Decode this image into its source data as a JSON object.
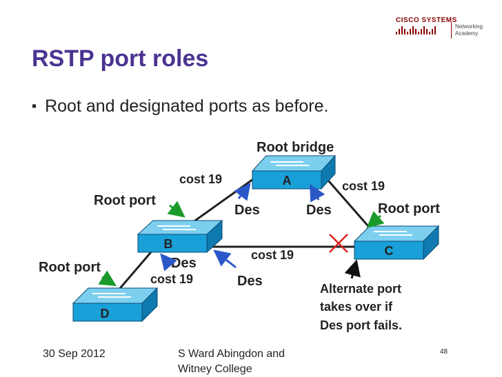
{
  "logo": {
    "brand": "CISCO SYSTEMS",
    "academy_line1": "Networking",
    "academy_line2": "Academy"
  },
  "title": "RSTP port roles",
  "bullet": "Root and designated ports as before.",
  "diagram": {
    "root_bridge_label": "Root bridge",
    "switches": {
      "a": "A",
      "b": "B",
      "c": "C",
      "d": "D"
    },
    "costs": {
      "ab": "cost 19",
      "ac": "cost 19",
      "bc": "cost 19",
      "bd": "cost 19"
    },
    "des": {
      "a_left": "Des",
      "a_right": "Des",
      "b_bc": "Des",
      "b_bd": "Des"
    },
    "root_ports": {
      "b": "Root port",
      "c": "Root port",
      "d": "Root port"
    },
    "alternate_note": {
      "line1": "Alternate port",
      "line2": "takes over if",
      "line3": "Des port fails."
    }
  },
  "footer": {
    "date": "30 Sep 2012",
    "author_line1": "S Ward  Abingdon and",
    "author_line2": "Witney College",
    "page": "48"
  },
  "colors": {
    "title": "#4b3391",
    "switch": "#1aa0d8",
    "arrow_green": "#1a9a2a",
    "arrow_blue": "#2a58c8",
    "cross": "#e0201a"
  }
}
